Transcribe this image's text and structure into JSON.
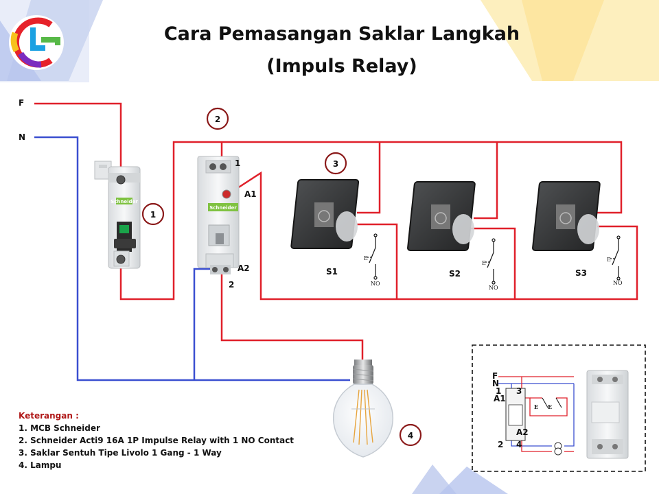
{
  "title": {
    "line1": "Cara Pemasangan Saklar Langkah",
    "line2": "(Impuls Relay)"
  },
  "lines": {
    "phase": "F",
    "neutral": "N"
  },
  "callouts": [
    "1",
    "2",
    "3",
    "4"
  ],
  "relay_terminals": {
    "t1": "1",
    "a1": "A1",
    "a2": "A2",
    "t2": "2"
  },
  "switches": [
    {
      "label": "S1",
      "contact": "NO",
      "symbol": "E"
    },
    {
      "label": "S2",
      "contact": "NO",
      "symbol": "E"
    },
    {
      "label": "S3",
      "contact": "NO",
      "symbol": "E"
    }
  ],
  "legend": {
    "heading": "Keterangan :",
    "items": [
      "1. MCB Schneider",
      "2. Schneider Acti9 16A 1P Impulse Relay with 1 NO Contact",
      "3. Saklar Sentuh Tipe Livolo 1 Gang - 1 Way",
      "4. Lampu"
    ]
  },
  "inset": {
    "phase": "F",
    "neutral": "N",
    "t1": "1",
    "t3": "3",
    "a1": "A1",
    "a2": "A2",
    "t2": "2",
    "t4": "4",
    "sw_symbol": "E"
  },
  "device_brand": "Schneider",
  "colors": {
    "phase": "#e0202a",
    "neutral": "#3a4fd0",
    "callout_ring": "#8b1a1a",
    "legend_heading": "#b01818",
    "deco_blue": "#c9d3f0",
    "deco_yellow": "#fde9a6"
  }
}
